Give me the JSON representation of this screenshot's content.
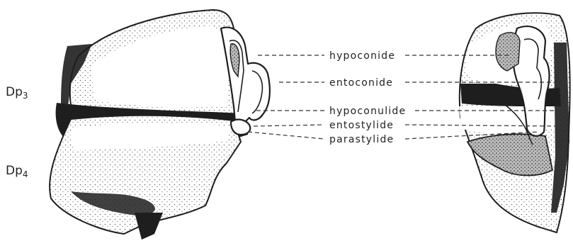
{
  "tooth_labels": {
    "upper": {
      "base": "Dp",
      "sub": "3"
    },
    "lower": {
      "base": "Dp",
      "sub": "4"
    }
  },
  "structure_labels": [
    {
      "id": "hypoconide",
      "text": "hypoconide"
    },
    {
      "id": "entoconide",
      "text": "entoconide"
    },
    {
      "id": "hypoconulide",
      "text": "hypoconulide"
    },
    {
      "id": "entostylide",
      "text": "entostylide"
    },
    {
      "id": "parastylide",
      "text": "parastylide"
    }
  ],
  "colors": {
    "ink": "#1e1e1e",
    "paper": "#ffffff",
    "stipple": "#8a8a8a"
  }
}
